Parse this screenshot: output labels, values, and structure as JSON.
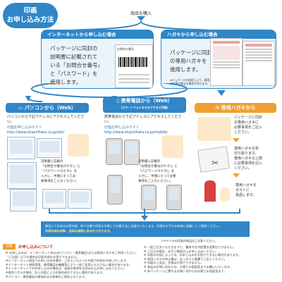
{
  "title": {
    "line1": "印画",
    "line2": "お申し込み方法"
  },
  "purchase_label": "商品を購入",
  "internet_panel": {
    "header": "インターネットから申し込む場合",
    "text_lines": [
      "パッケージに同封の",
      "説明書に記載されて",
      "いる「お問合せ番号」",
      "と「パスワード」を",
      "使用します。"
    ],
    "card_label": "お問合せ番号"
  },
  "postcard_panel": {
    "header": "ハガキから申し込む場合",
    "text_lines": [
      "パッケージに同封",
      "の専用ハガキを",
      "使用します。"
    ],
    "note": "※パッケージの形状により、専用ハガキの付属が異なる場合があります。"
  },
  "pc_column": {
    "header": "パソコンから（Web）",
    "intro": "パソコンから下記アドレスにアクセスしてください。",
    "site_label": "印面お申し込みサイト",
    "url": "http://www.shachihata.co.jp/odr/",
    "steps": [
      "説明書に記載の",
      "「お問合せ番号(5ケタ)」と",
      "「パスワード(5ケタ)」を",
      "入力し、手順にそって必",
      "要事項をご入力ください。"
    ]
  },
  "mobile_column": {
    "header": "携帯電話から（Web）",
    "sub": "（スマートフォンからもアクセス可能）",
    "intro": "携帯電話から下記アドレスにアクセスしてください。",
    "site_label": "印面お申し込みサイト",
    "url": "http://www.shachihata.co.jp/mobile/",
    "steps": [
      "説明書に記載の",
      "「お問合せ番号(5ケタ)」と",
      "「パスワード(5ケタ)」を",
      "入力し、手順にそって必要",
      "事項をご入力ください。"
    ]
  },
  "postcard_column": {
    "header": "専用ハガキから",
    "step1": [
      "パッケージに同封",
      "の専用ハガキに",
      "必要事項をご記入",
      "ください。"
    ],
    "step2": [
      "専用ハガキの本",
      "切り取ります。",
      "専用ハガキの上部",
      "に必要事項を記入",
      "ください。"
    ],
    "step3": [
      "専用ハガキを",
      "ポストに",
      "投函します。"
    ]
  },
  "bottom_bar": {
    "line1": "弊社にてお申込の受付後、約８日間で印面を作製してお客さまにお届けいたします。印面をお手元の本体に装着してご使用ください。",
    "line2": "印面作成の送料、送料は価格に含まれております。"
  },
  "notes": {
    "label": "注意",
    "title": "お申し込みについて",
    "left": [
      "※ お申し込みは、インターネット申込み(パソコン・携帯電話)または専用ハガキをご利用ください。",
      "（ご注意）以下の場合は印面作成をお受けできません。",
      "※インターネット経由でお申し込みの場合、ご記入いただいた内容で印面を作成いたします。",
      "※インターネット接続環境、携帯電話の機種等により一部ご利用いただけない場合があります。",
      "※インターネットでのお申し込みの場合は、画面の説明をお読みの上お申し込みください。",
      "※専用ハガキの場合、記入内容により印面作成ができない場合があります。",
      "※パソコン、携帯電話の通信料はお客様のご負担となります。"
    ],
    "right": [
      "※ 一度ご注文いただきますと、書体や文字配置の変更はできません。",
      "※ ご注文の際は、必ずご確認の上お申し込みください。",
      "※ 印面の内容によっては、お申し込みをお受けできない場合があります。",
      "※ 専用ハガキの申込書は、はっきりと楷書でご記入ください。",
      "※ 印面のご返品・交換はお受けできません。",
      "※ 商品のお問い合わせは、お客さま相談室までお願いいたします。",
      "※ 本パッケージに関するお問い合わせはお客さま相談室まで。"
    ],
    "top_right": "シヤチハタの印面の商品はご注意ください。"
  }
}
